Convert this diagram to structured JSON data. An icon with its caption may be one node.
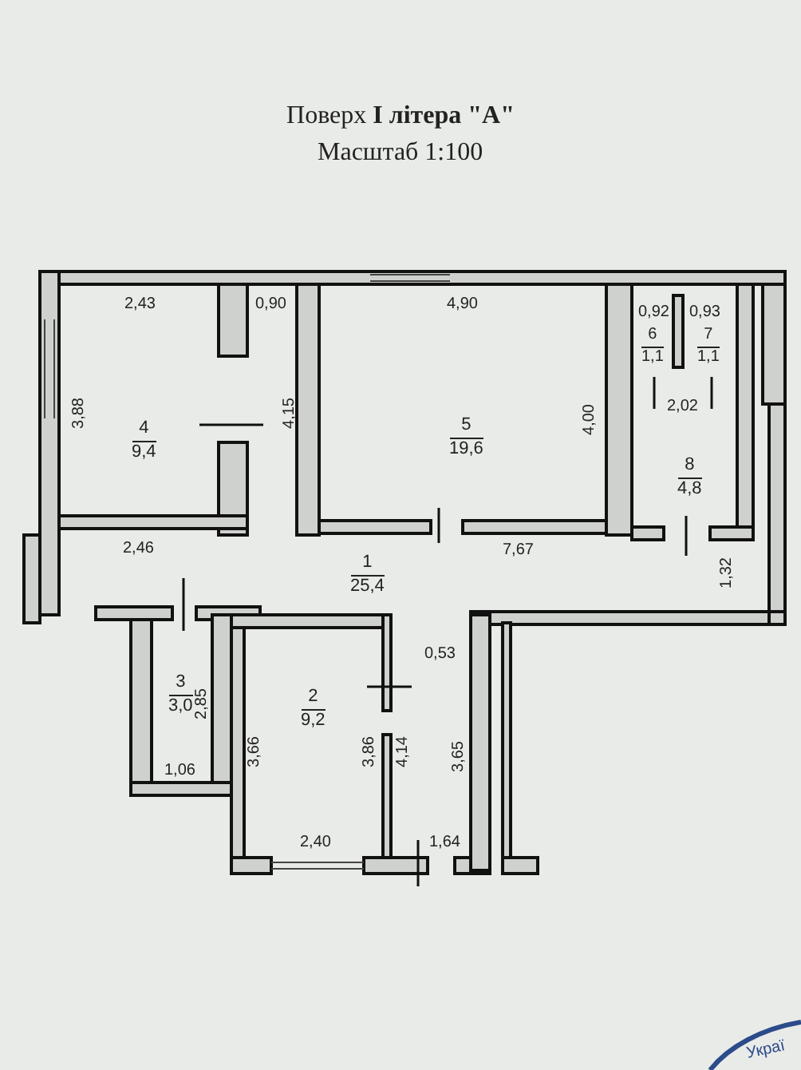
{
  "diagram": {
    "title": "Поверх **I літера \"А\"**",
    "nodes": [
      {
        "text": [
          "4",
          "9,4"
        ]
      },
      {
        "text": [
          "5",
          "19,6"
        ]
      },
      {
        "text": [
          "6",
          "1,1"
        ]
      },
      {
        "text": [
          "7",
          "1,1"
        ]
      },
      {
        "text": [
          "8",
          "4,8"
        ]
      },
      {
        "text": [
          "1",
          "25,4"
        ]
      },
      {
        "text": [
          "3",
          "3,0"
        ]
      },
      {
        "text": [
          "2",
          "9,2"
        ]
      }
    ],
    "edges": [],
    "labels": [
      "Масштаб 1:100",
      "2,43",
      "0,90",
      "4,90",
      "0,92",
      "0,93",
      "3,88",
      "4,15",
      "4,00",
      "2,02",
      "2,46",
      "7,67",
      "1,32",
      "2,85",
      "0,53",
      "3,66",
      "3,86",
      "4,14",
      "3,65",
      "1,06",
      "2,40",
      "1,64",
      "Украї"
    ]
  }
}
